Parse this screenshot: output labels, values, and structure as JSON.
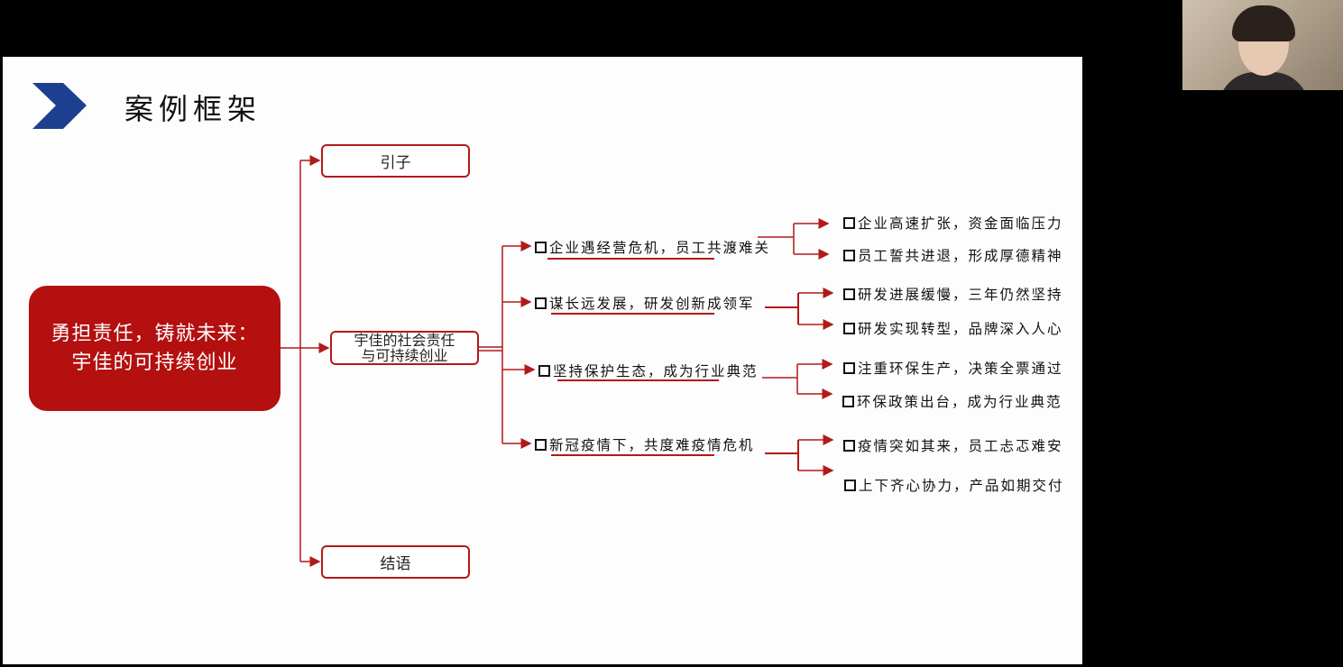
{
  "slide": {
    "title": "案例框架",
    "root": {
      "line1": "勇担责任，铸就未来：",
      "line2": "宇佳的可持续创业"
    },
    "intro": "引子",
    "conclusion": "结语",
    "middle": {
      "line1": "宇佳的社会责任",
      "line2": "与可持续创业"
    },
    "branches": [
      {
        "label": "企业遇经营危机，员工共渡难关",
        "children": [
          "企业高速扩张，资金面临压力",
          "员工誓共进退，形成厚德精神"
        ]
      },
      {
        "label": "谋长远发展，研发创新成领军",
        "children": [
          "研发进展缓慢，三年仍然坚持",
          "研发实现转型，品牌深入人心"
        ]
      },
      {
        "label": "坚持保护生态，成为行业典范",
        "children": [
          "注重环保生产，决策全票通过",
          "环保政策出台，成为行业典范"
        ]
      },
      {
        "label": "新冠疫情下，共度难疫情危机",
        "children": [
          "疫情突如其来，员工忐忑难安",
          "上下齐心协力，产品如期交付"
        ]
      }
    ]
  },
  "colors": {
    "accent": "#b3100f",
    "logo": "#1d3f8f"
  }
}
